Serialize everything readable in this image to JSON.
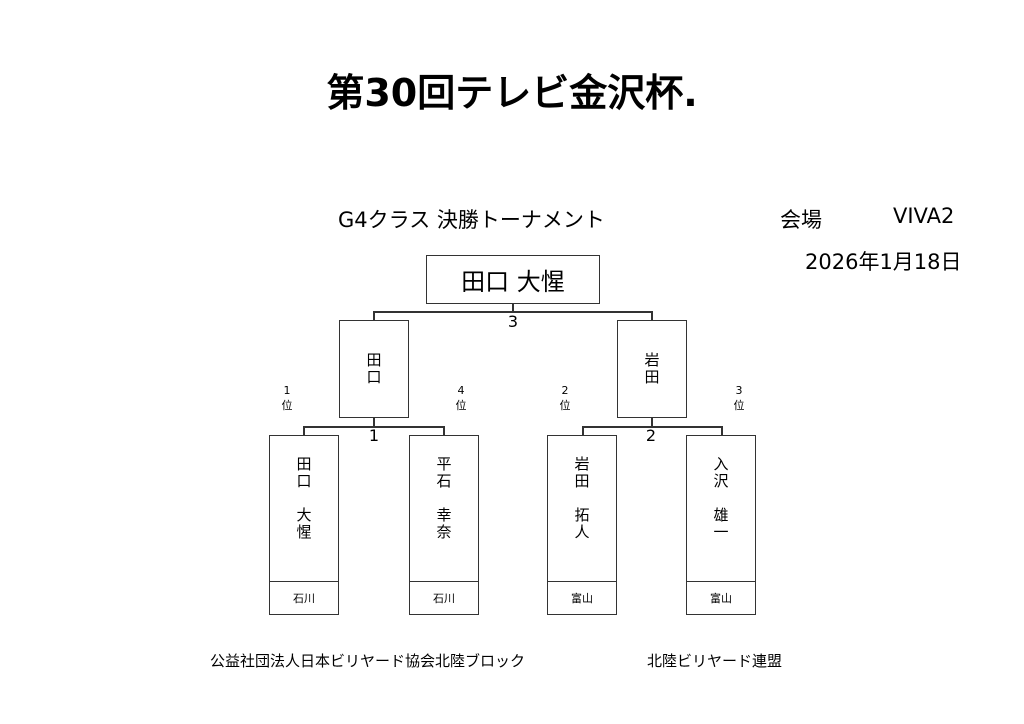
{
  "title": "第30回テレビ金沢杯.",
  "subtitle": "G4クラス 決勝トーナメント",
  "venue_label": "会場",
  "venue": "VIVA2",
  "date": "2026年1月18日",
  "champion": "田口 大惺",
  "final_score": "3",
  "semis": [
    {
      "name": "田口",
      "score": "1"
    },
    {
      "name": "岩田",
      "score": "2"
    }
  ],
  "players": [
    {
      "rank": "1",
      "rank_suffix": "位",
      "name": "田口　大惺",
      "pref": "石川"
    },
    {
      "rank": "4",
      "rank_suffix": "位",
      "name": "平石　幸奈",
      "pref": "石川"
    },
    {
      "rank": "2",
      "rank_suffix": "位",
      "name": "岩田　拓人",
      "pref": "富山"
    },
    {
      "rank": "3",
      "rank_suffix": "位",
      "name": "入沢　雄一",
      "pref": "富山"
    }
  ],
  "footer": {
    "org1": "公益社団法人日本ビリヤード協会北陸ブロック",
    "org2": "北陸ビリヤード連盟"
  }
}
